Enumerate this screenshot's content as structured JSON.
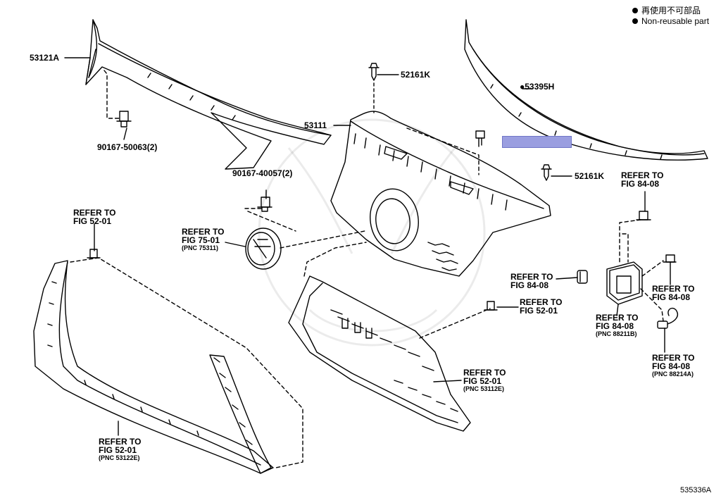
{
  "legend": {
    "jp": "再使用不可部品",
    "en": "Non-reusable part"
  },
  "diagram_id": "535336A",
  "parts": {
    "p53121A": "53121A",
    "p53111": "53111",
    "p52161K_top": "52161K",
    "p52161K_right": "52161K",
    "p53395H": "●53395H",
    "p90167_50063": "90167-50063(2)",
    "p90167_40057": "90167-40057(2)"
  },
  "refs": {
    "r_52_01_left": {
      "l1": "REFER TO",
      "l2": "FIG 52-01",
      "pnc": ""
    },
    "r_75_01": {
      "l1": "REFER TO",
      "l2": "FIG 75-01",
      "pnc": "(PNC 75311)"
    },
    "r_84_08_topright": {
      "l1": "REFER TO",
      "l2": "FIG 84-08",
      "pnc": ""
    },
    "r_84_08_mid": {
      "l1": "REFER TO",
      "l2": "FIG 84-08",
      "pnc": ""
    },
    "r_84_08_right": {
      "l1": "REFER TO",
      "l2": "FIG 84-08",
      "pnc": ""
    },
    "r_52_01_clip": {
      "l1": "REFER TO",
      "l2": "FIG 52-01",
      "pnc": ""
    },
    "r_84_08_b": {
      "l1": "REFER TO",
      "l2": "FIG 84-08",
      "pnc": "(PNC 88211B)"
    },
    "r_84_08_a": {
      "l1": "REFER TO",
      "l2": "FIG 84-08",
      "pnc": "(PNC 88214A)"
    },
    "r_52_01_grille": {
      "l1": "REFER TO",
      "l2": "FIG 52-01",
      "pnc": "(PNC 53112E)"
    },
    "r_52_01_bottom": {
      "l1": "REFER TO",
      "l2": "FIG 52-01",
      "pnc": "(PNC 53122E)"
    }
  }
}
